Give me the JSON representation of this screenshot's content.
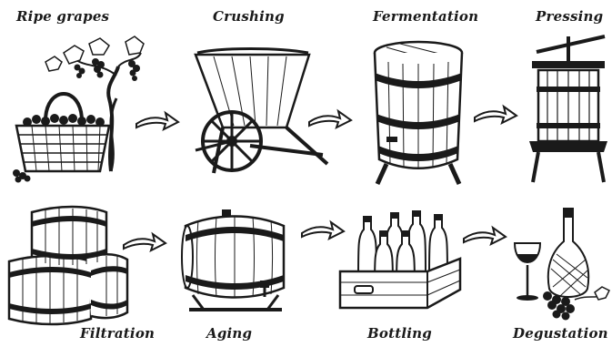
{
  "steps": [
    {
      "label": "Ripe grapes",
      "icon": "grapes-basket-vine-icon"
    },
    {
      "label": "Crushing",
      "icon": "grape-crusher-icon"
    },
    {
      "label": "Fermentation",
      "icon": "fermentation-vat-icon"
    },
    {
      "label": "Pressing",
      "icon": "wine-press-icon"
    },
    {
      "label": "Filtration",
      "icon": "stacked-barrels-icon"
    },
    {
      "label": "Aging",
      "icon": "aging-barrel-icon"
    },
    {
      "label": "Bottling",
      "icon": "bottle-crate-icon"
    },
    {
      "label": "Degustation",
      "icon": "wine-glass-bottle-icon"
    }
  ],
  "arrow_icon": "right-arrow-icon",
  "colors": {
    "ink": "#1a1a1a",
    "paper": "#ffffff"
  }
}
